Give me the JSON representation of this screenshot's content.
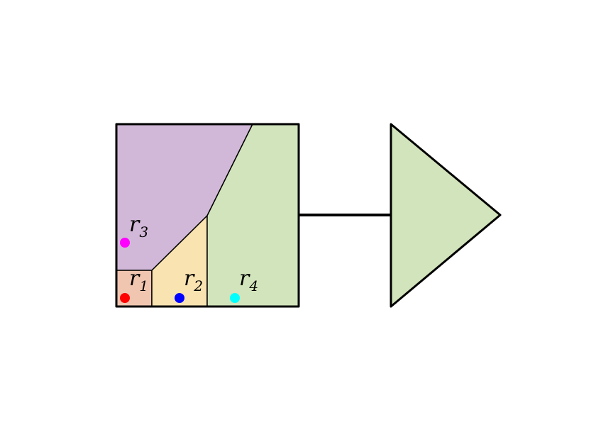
{
  "diagram": {
    "regions": [
      {
        "id": "r3-region",
        "color": "#d2b8d8"
      },
      {
        "id": "r1-region",
        "color": "#f1c6b0"
      },
      {
        "id": "r2-region",
        "color": "#f8e3b1"
      },
      {
        "id": "r4-region",
        "color": "#d2e4bb"
      }
    ],
    "points": [
      {
        "name": "r1",
        "letter": "r",
        "sub": "1",
        "color": "#ff0000"
      },
      {
        "name": "r2",
        "letter": "r",
        "sub": "2",
        "color": "#0000ff"
      },
      {
        "name": "r3",
        "letter": "r",
        "sub": "3",
        "color": "#ff00ff"
      },
      {
        "name": "r4",
        "letter": "r",
        "sub": "4",
        "color": "#00ffff"
      }
    ],
    "triangle_color": "#d2e4bb",
    "line_color": "#000000"
  }
}
